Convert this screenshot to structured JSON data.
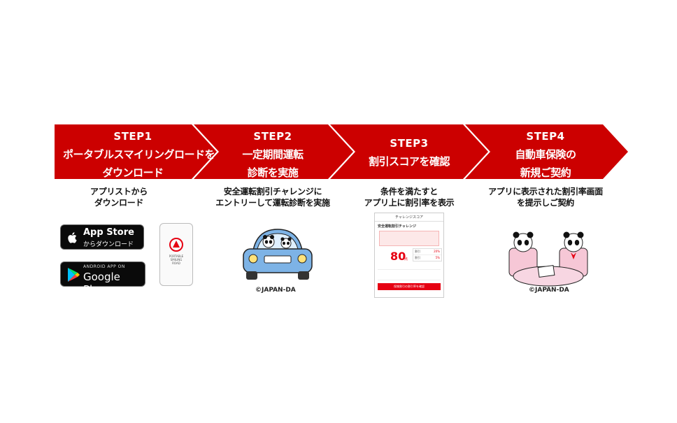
{
  "steps": [
    {
      "label": "STEP1",
      "line1": "ポータブルスマイリングロードを",
      "line2": "ダウンロード"
    },
    {
      "label": "STEP2",
      "line1": "一定期間運転",
      "line2": "診断を実施"
    },
    {
      "label": "STEP3",
      "line1": "割引スコアを確認",
      "line2": ""
    },
    {
      "label": "STEP4",
      "line1": "自動車保険の",
      "line2": "新規ご契約"
    }
  ],
  "descriptions": [
    {
      "line1": "アプリストから",
      "line2": "ダウンロード"
    },
    {
      "line1": "安全運転割引チャレンジに",
      "line2": "エントリーして運転診断を実施"
    },
    {
      "line1": "条件を満たすと",
      "line2": "アプリ上に割引率を表示"
    },
    {
      "line1": "アプリに表示された割引率画面",
      "line2": "を提示しご契約"
    }
  ],
  "app_store": {
    "title": "App Store",
    "sub": "からダウンロード"
  },
  "google_play": {
    "top": "ANDROID APP ON",
    "title": "Google Play"
  },
  "phone_app": {
    "line1": "PORTABLE",
    "line2": "SMILING",
    "line3": "ROAD"
  },
  "screen": {
    "header": "チャレンジスコア",
    "title": "安全運転割引チャレンジ",
    "score": "80",
    "score_unit": "点",
    "rates": [
      {
        "name": "割引",
        "value": "20%"
      },
      {
        "name": "割引",
        "value": "5%"
      }
    ],
    "button": "保険割引の割引率を確認"
  },
  "credits": {
    "car": "©JAPAN-DA",
    "table": "©JAPAN-DA"
  },
  "colors": {
    "banner": "#cc0000",
    "accent": "#e60012"
  }
}
